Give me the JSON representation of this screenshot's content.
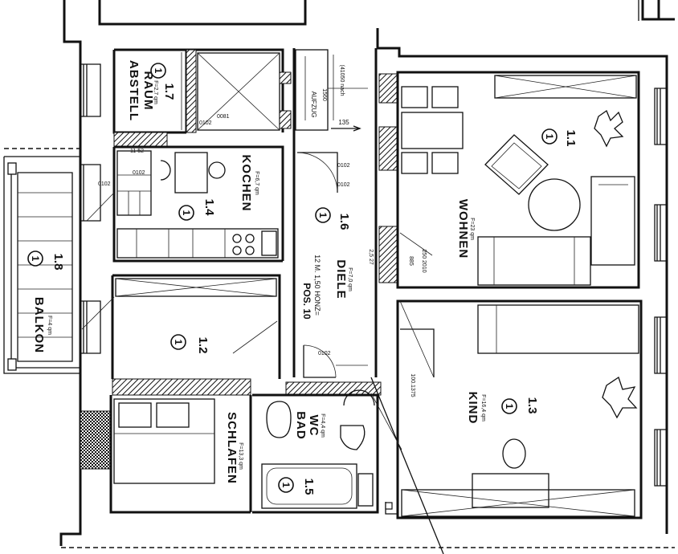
{
  "plan": {
    "rooms": [
      {
        "id": "abstellraum",
        "name": "ABSTELL-\nRAUM",
        "name_lines": [
          "ABSTELL",
          "RAUM"
        ],
        "number": "1.7",
        "marker": "1",
        "area": "F=2,7 qm"
      },
      {
        "id": "kochen",
        "name": "KOCHEN",
        "number": "1.4",
        "marker": "1",
        "area": "F=6,7 qm"
      },
      {
        "id": "diele",
        "name": "DIELE",
        "number": "1.6",
        "marker": "1",
        "area": "F=7,0 qm"
      },
      {
        "id": "wohnen",
        "name": "WOHNEN",
        "number": "1.1",
        "marker": "1",
        "area": "F=23 qm"
      },
      {
        "id": "balkon",
        "name": "BALKON",
        "number": "1.8",
        "marker": "1",
        "area": "F=4 qm"
      },
      {
        "id": "raum12",
        "name": "",
        "number": "1.2",
        "marker": "1",
        "area": ""
      },
      {
        "id": "kind",
        "name": "KIND",
        "number": "1.3",
        "marker": "1",
        "area": "F=16,4 qm"
      },
      {
        "id": "schlafen",
        "name": "SCHLAFEN",
        "number": "",
        "marker": "",
        "area": "F=13,3 qm"
      },
      {
        "id": "bad",
        "name_lines": [
          "BAD",
          "WC"
        ],
        "number": "1.5",
        "marker": "1",
        "area": "F=4,4 qm"
      }
    ],
    "annotations": {
      "aufzug": "AUFZUG",
      "aufzug_dim1": "1560",
      "aufzug_dim2": "(41050 nach",
      "pos": "POS. 10",
      "pos_sub": "12 M. 1,50 HONZ=",
      "diele_dim": "2,5 27",
      "step": "135",
      "kind_dim": "100.1375",
      "kochen_dim": "11 52",
      "wohnen_dim1": "885",
      "wohnen_dim2": "250 2010",
      "misc_0": "0081",
      "misc_1": "0102",
      "misc_2": "0102",
      "misc_3": "0102",
      "misc_4": "0102",
      "misc_5": "0102",
      "misc_6": "0102"
    }
  }
}
